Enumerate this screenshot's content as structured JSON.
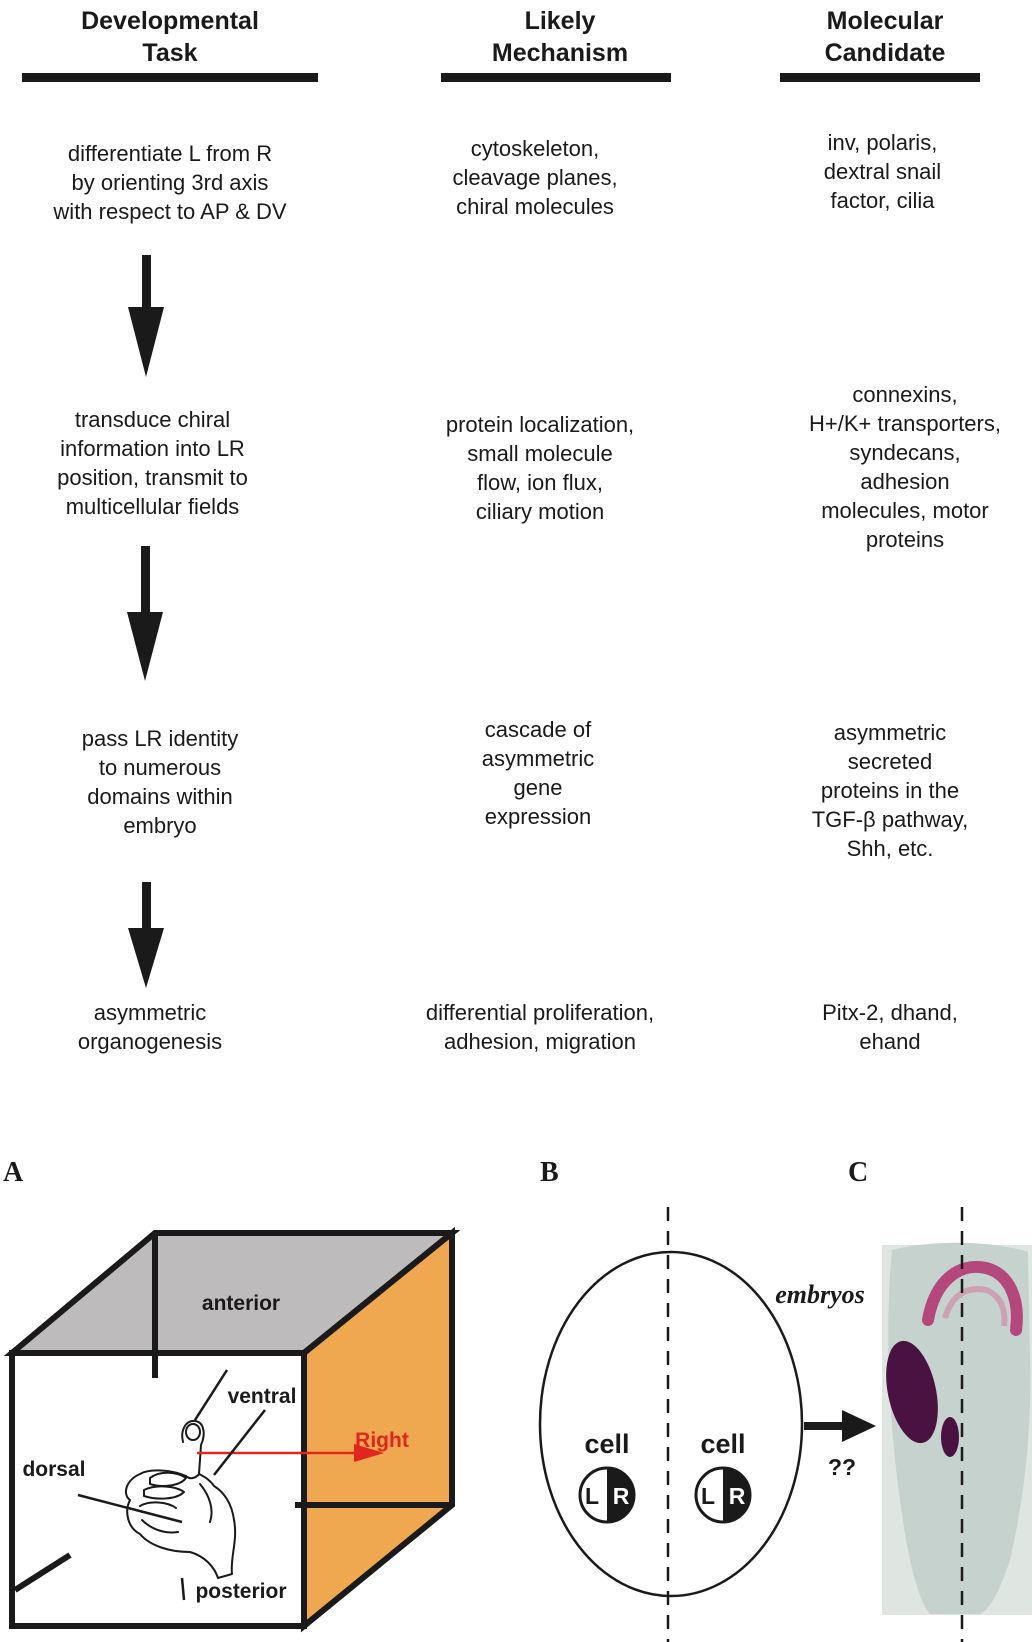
{
  "headers": {
    "task": "Developmental\nTask",
    "mechanism": "Likely\nMechanism",
    "candidate": "Molecular\nCandidate"
  },
  "rows": [
    {
      "task": "differentiate L from R\nby orienting 3rd axis\nwith respect to AP & DV",
      "mechanism": "cytoskeleton,\ncleavage planes,\nchiral molecules",
      "candidate": "inv, polaris,\ndextral snail\nfactor, cilia"
    },
    {
      "task": "transduce chiral\ninformation into LR\nposition, transmit to\nmulticellular fields",
      "mechanism": "protein localization,\nsmall molecule\nflow, ion flux,\nciliary motion",
      "candidate": "connexins,\nH+/K+ transporters,\nsyndecans,\nadhesion\nmolecules, motor\nproteins"
    },
    {
      "task": "pass LR identity\nto numerous\ndomains within\nembryo",
      "mechanism": "cascade of\nasymmetric\ngene\nexpression",
      "candidate": "asymmetric\nsecreted\nproteins in the\nTGF-β pathway,\nShh, etc."
    },
    {
      "task": "asymmetric\norganogenesis",
      "mechanism": "differential proliferation,\nadhesion, migration",
      "candidate": "Pitx-2, dhand,\nehand"
    }
  ],
  "panels": {
    "a": {
      "letter": "A",
      "labels": {
        "anterior": "anterior",
        "ventral": "ventral",
        "dorsal": "dorsal",
        "posterior": "posterior",
        "right": "Right"
      }
    },
    "b": {
      "letter": "B",
      "embryos": "embryos",
      "cell_label": "cell",
      "left_mark": "L",
      "right_mark": "R",
      "question": "??"
    },
    "c": {
      "letter": "C"
    }
  },
  "colors": {
    "ink": "#1a1a1a",
    "cube_top": "#bdbbbb",
    "cube_side": "#f0a850",
    "arrow_red": "#e0261e",
    "stain_purple": "#4a1240",
    "stain_pink": "#b0306e",
    "tissue": "#c6d2cd"
  }
}
